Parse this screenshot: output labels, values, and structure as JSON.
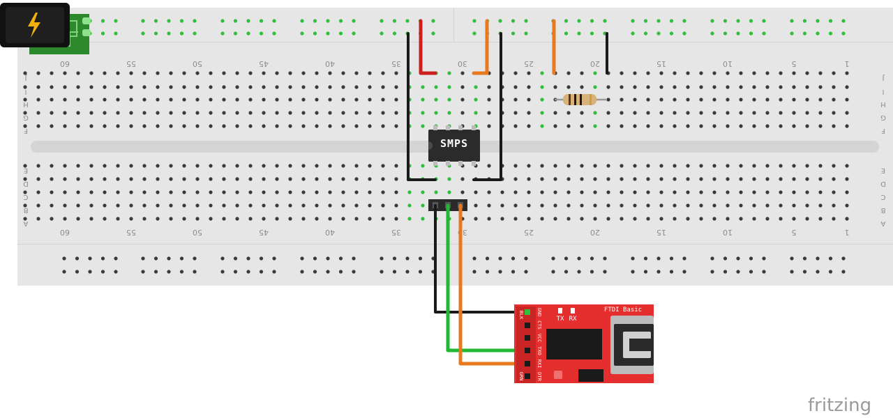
{
  "breadboard": {
    "row_labels_top": [
      "J",
      "I",
      "H",
      "G",
      "F"
    ],
    "row_labels_bottom": [
      "E",
      "D",
      "C",
      "B",
      "A"
    ],
    "column_labels": [
      "60",
      "55",
      "50",
      "45",
      "40",
      "35",
      "30",
      "25",
      "20",
      "15",
      "10",
      "5",
      "1"
    ]
  },
  "chip": {
    "label": "SMPS"
  },
  "ftdi": {
    "title": "FTDI Basic",
    "led_tx": "TX",
    "led_rx": "RX",
    "pins": [
      "GND",
      "CTS",
      "VCC",
      "TXO",
      "RXI",
      "DTR"
    ],
    "pin_top": "BLK",
    "pin_bottom": "GRN"
  },
  "power_jack": {
    "icon": "lightning-bolt-icon"
  },
  "colors": {
    "board": "#e6e6e6",
    "hole": "#3a3a3a",
    "active_hole": "#2fbf3a",
    "wire_red": "#cc1f1f",
    "wire_orange": "#e8791e",
    "wire_black": "#1a1a1a",
    "wire_green": "#22b833",
    "ftdi_red": "#e52e2e",
    "jack_green": "#2c8a2c"
  },
  "brand": {
    "logo": "fritzing"
  }
}
